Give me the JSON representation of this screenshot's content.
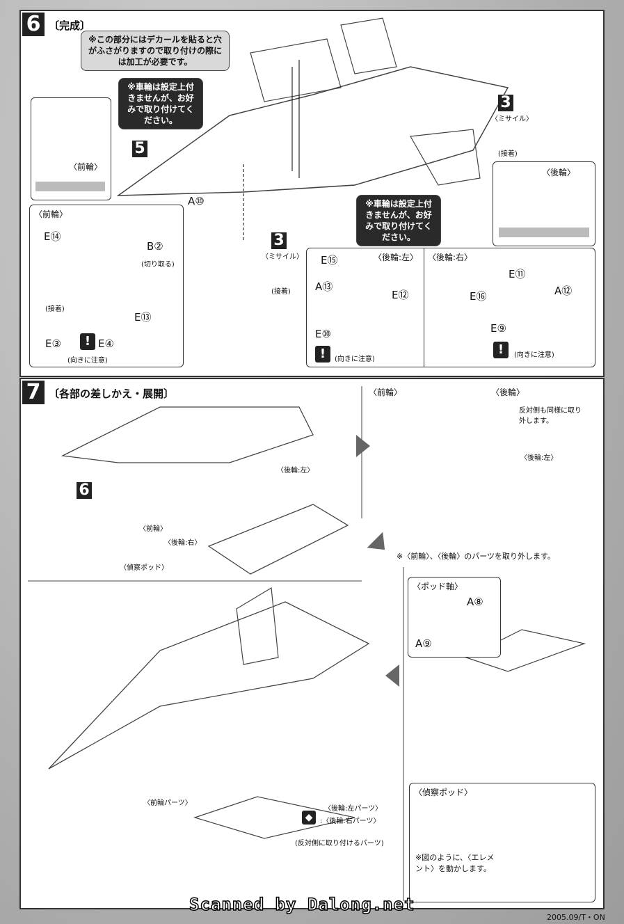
{
  "step6": {
    "number": "6",
    "title": "〔完成〕",
    "note_decal": "※この部分にはデカールを貼ると穴がふさがりますので取り付けの際には加工が必要です。",
    "note_wheel": "※車輪は設定上付きませんが、お好みで取り付けてください。",
    "note_wheel2": "※車輪は設定上付きませんが、お好みで取り付けてください。",
    "ref5": "5",
    "ref3a": "3",
    "ref3b": "3",
    "missile": "〈ミサイル〉",
    "missile2": "〈ミサイル〉",
    "glue": "(接着)",
    "glue2": "(接着)",
    "glue3": "(接着)",
    "a10": "A⑩",
    "front_wheel": "〈前輪〉",
    "front_wheel2": "〈前輪〉",
    "rear_wheel": "〈後輪〉",
    "e14": "E⑭",
    "b2": "B②",
    "cut": "(切り取る)",
    "e13": "E⑬",
    "e3": "E③",
    "e4": "E④",
    "orient": "(向きに注意)",
    "rear_left": "〈後輪:左〉",
    "rear_right": "〈後輪:右〉",
    "e15": "E⑮",
    "a13": "A⑬",
    "e12": "E⑫",
    "e10": "E⑩",
    "orient2": "(向きに注意)",
    "e11": "E⑪",
    "e16": "E⑯",
    "a12": "A⑫",
    "e9": "E⑨",
    "orient3": "(向きに注意)"
  },
  "step7": {
    "number": "7",
    "title": "〔各部の差しかえ・展開〕",
    "ref6": "6",
    "front_wheel": "〈前輪〉",
    "rear_right": "〈後輪:右〉",
    "rear_left": "〈後輪:左〉",
    "recon_pod": "〈偵察ポッド〉",
    "front_wheel_box": "〈前輪〉",
    "rear_wheel_box": "〈後輪〉",
    "rear_note": "反対側も同様に取り外します。",
    "rear_left_box": "〈後輪:左〉",
    "remove_note": "※〈前輪〉、〈後輪〉のパーツを取り外します。",
    "pod_axis": "〈ポッド軸〉",
    "a8": "A⑧",
    "a9": "A⑨",
    "front_part": "〈前輪パーツ〉",
    "rear_left_part": "〈後輪:左パーツ〉",
    "rear_right_part": ":〈後輪:右パーツ〉",
    "opposite": "(反対側に取り付けるパーツ)",
    "recon_pod_box": "〈偵察ポッド〉",
    "element_note": "※図のように、〈エレメント〉を動かします。"
  },
  "footer": {
    "scanned": "Scanned by Dalong.net",
    "code": "2005.09/T・ON"
  }
}
